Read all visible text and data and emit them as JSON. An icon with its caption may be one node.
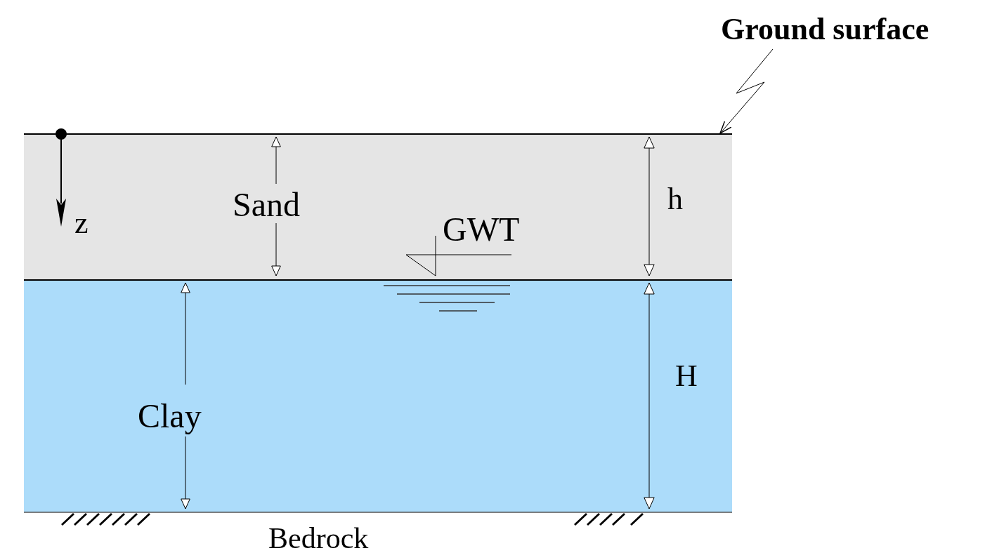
{
  "diagram": {
    "nodes": [
      {
        "text": [
          "Sand"
        ]
      },
      {
        "text": [
          "Clay"
        ]
      },
      {
        "text": [
          "Ground surface"
        ]
      }
    ],
    "edges": [
      {
        "from": 2,
        "to": 0,
        "arrow": "to"
      }
    ],
    "labels": [
      "h",
      "z",
      "GWT",
      "H",
      "Bedrock"
    ]
  }
}
